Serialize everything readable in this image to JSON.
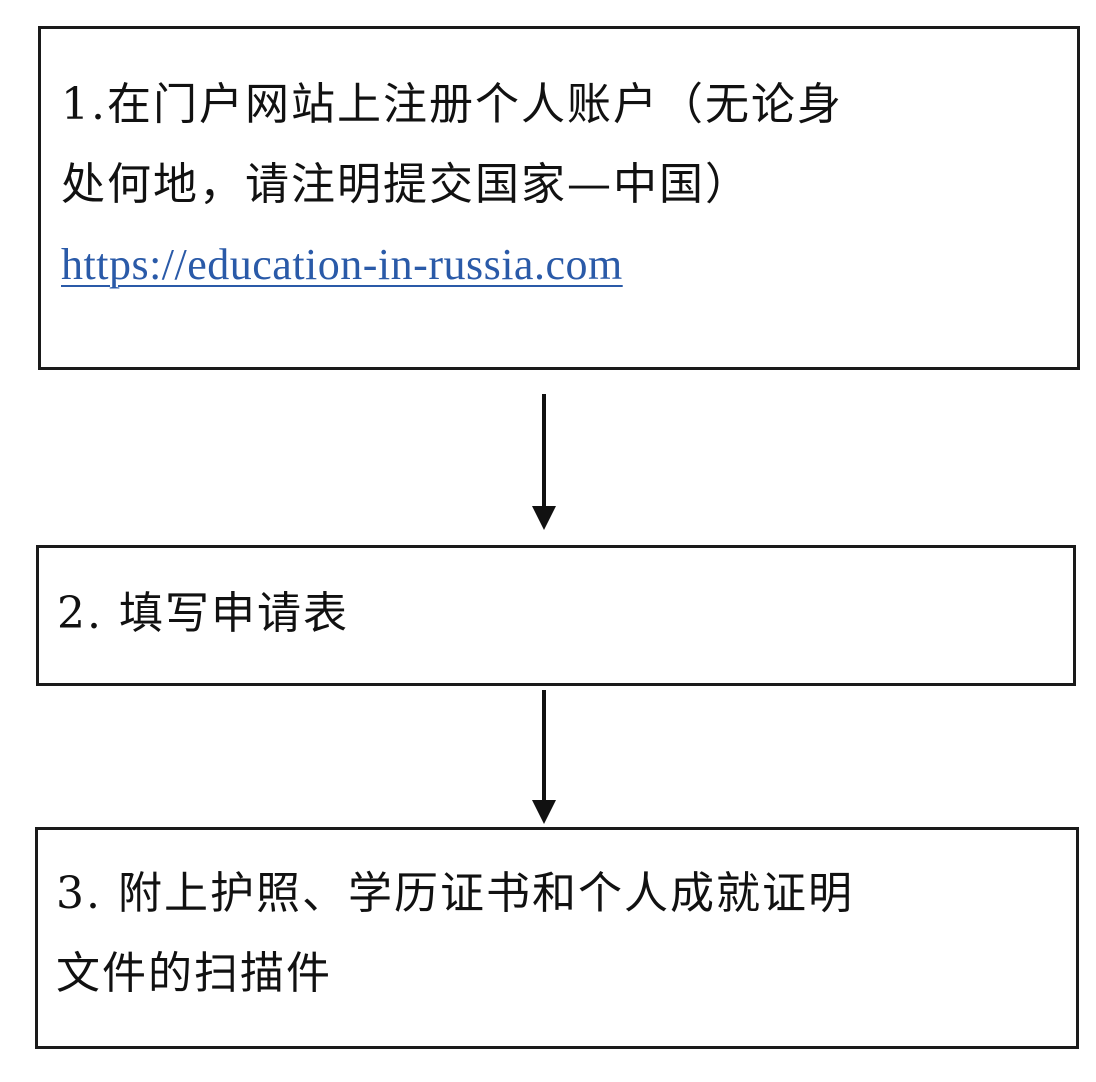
{
  "steps": [
    {
      "lines": [
        "1.在门户网站上注册个人账户（无论身",
        "处何地，请注明提交国家—中国）"
      ],
      "link": "https://education-in-russia.com"
    },
    {
      "lines": [
        "2. 填写申请表"
      ]
    },
    {
      "lines": [
        "3. 附上护照、学历证书和个人成就证明",
        "文件的扫描件"
      ]
    }
  ]
}
